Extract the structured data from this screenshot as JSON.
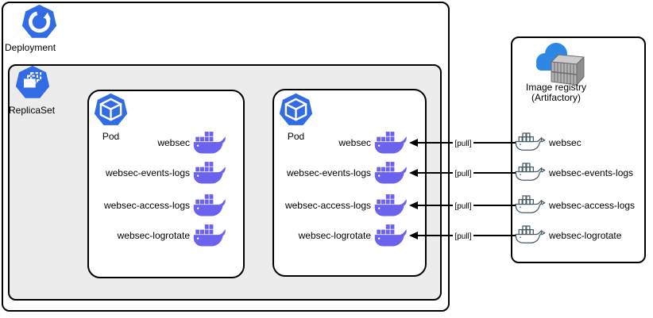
{
  "deployment": {
    "label": "Deployment"
  },
  "replicaset": {
    "label": "ReplicaSet"
  },
  "pods": [
    {
      "label": "Pod",
      "containers": [
        "websec",
        "websec-events-logs",
        "websec-access-logs",
        "websec-logrotate"
      ]
    },
    {
      "label": "Pod",
      "containers": [
        "websec",
        "websec-events-logs",
        "websec-access-logs",
        "websec-logrotate"
      ]
    }
  ],
  "registry": {
    "label": "Image registry",
    "sublabel": "(Artifactory)",
    "images": [
      "websec",
      "websec-events-logs",
      "websec-access-logs",
      "websec-logrotate"
    ]
  },
  "arrows": [
    {
      "label": "[pull]"
    },
    {
      "label": "[pull]"
    },
    {
      "label": "[pull]"
    },
    {
      "label": "[pull]"
    }
  ],
  "colors": {
    "k8s_blue": "#326CE5",
    "docker_purple": "#6B63EE",
    "whale_outline": "#455A64",
    "cloud_blue": "#2E87E5",
    "replicaset_bg": "#ECECEC",
    "line": "#000000"
  }
}
